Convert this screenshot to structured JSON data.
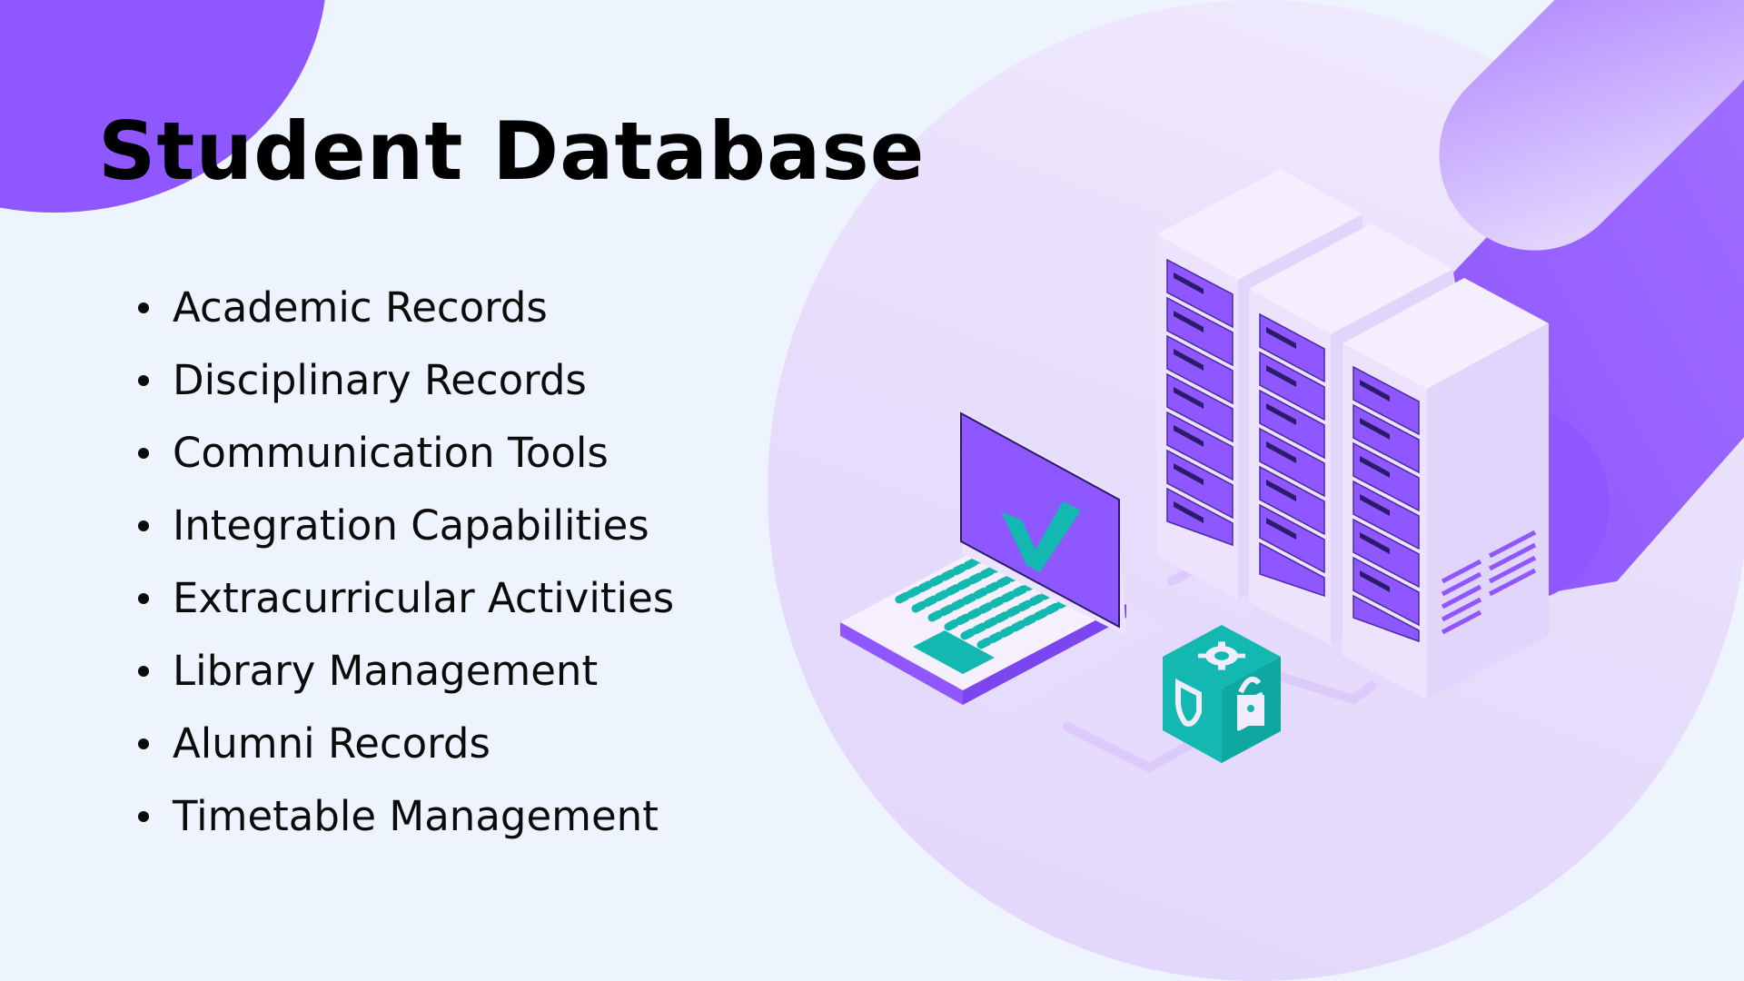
{
  "slide": {
    "title": "Student Database",
    "items": [
      "Academic Records",
      "Disciplinary Records",
      "Communication Tools",
      "Integration Capabilities",
      "Extracurricular Activities",
      "Library Management",
      "Alumni Records",
      "Timetable Management"
    ]
  },
  "illustration": {
    "icons": [
      "laptop-icon",
      "checkmark-icon",
      "server-rack-icon",
      "security-cube-icon",
      "gear-icon",
      "shield-icon",
      "lock-icon"
    ]
  },
  "colors": {
    "background": "#eef4fe",
    "accent_purple": "#8f57ff",
    "teal": "#13b8b0",
    "light_lavender": "#e6dcfb",
    "title_text": "#000000"
  }
}
